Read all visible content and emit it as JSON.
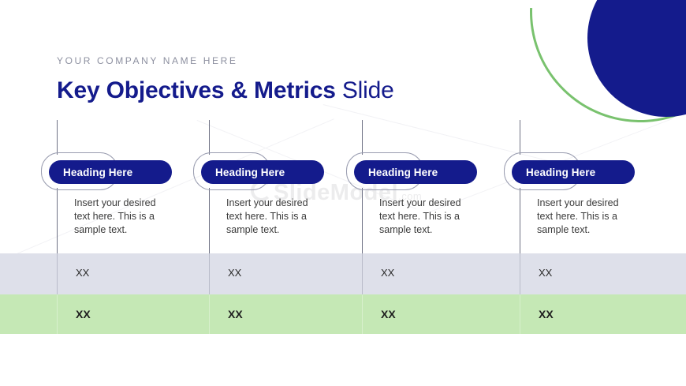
{
  "header": {
    "company_name": "YOUR COMPANY NAME HERE",
    "title_strong": "Key Objectives & Metrics",
    "title_light": "Slide"
  },
  "watermark": {
    "name": "SlideModel",
    "tld": ".com"
  },
  "colors": {
    "navy": "#141b8c",
    "green_accent": "#79c26e",
    "band_lavender": "#dee0ea",
    "band_green": "#c5e8b5",
    "muted_text": "#8d90a0"
  },
  "columns": [
    {
      "heading": "Heading Here",
      "body": "Insert your desired text here. This is a sample text.",
      "value_row1": "XX",
      "value_row2": "XX"
    },
    {
      "heading": "Heading Here",
      "body": "Insert your desired text here. This is a sample text.",
      "value_row1": "XX",
      "value_row2": "XX"
    },
    {
      "heading": "Heading Here",
      "body": "Insert your desired text here. This is a sample text.",
      "value_row1": "XX",
      "value_row2": "XX"
    },
    {
      "heading": "Heading Here",
      "body": "Insert your desired text here. This is a sample text.",
      "value_row1": "XX",
      "value_row2": "XX"
    }
  ]
}
